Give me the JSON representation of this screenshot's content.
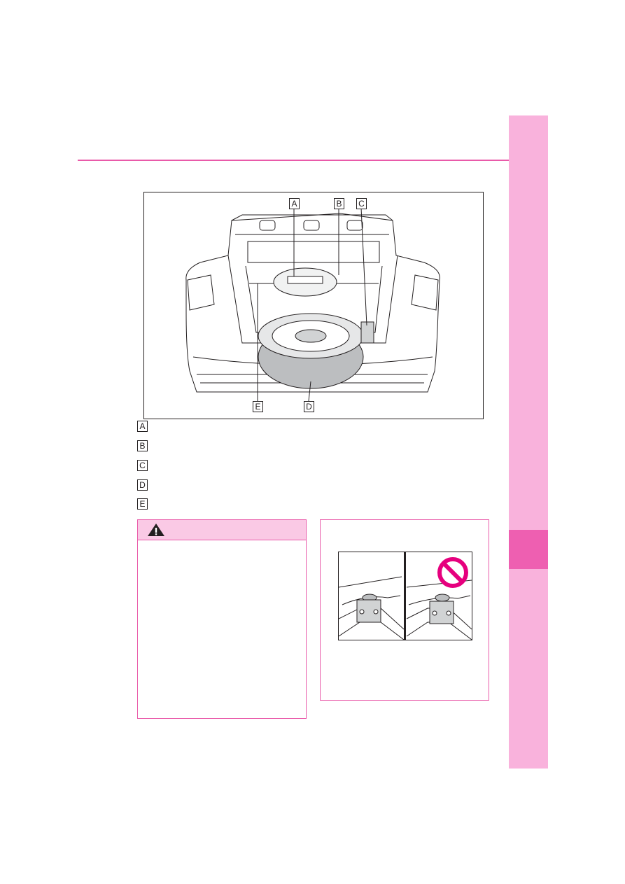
{
  "figure": {
    "callouts": [
      "A",
      "B",
      "C",
      "D",
      "E"
    ]
  },
  "legend": [
    {
      "letter": "A"
    },
    {
      "letter": "B"
    },
    {
      "letter": "C"
    },
    {
      "letter": "D"
    },
    {
      "letter": "E"
    }
  ],
  "warning": {
    "icon": "warning-triangle-icon"
  },
  "notice": {
    "icon": "prohibited-icon"
  },
  "colors": {
    "accent": "#e95aa9",
    "tab": "#f9b2dc",
    "tab_active": "#ee5fb1",
    "warning_header": "#fac9e5",
    "prohibit": "#e6007e"
  }
}
